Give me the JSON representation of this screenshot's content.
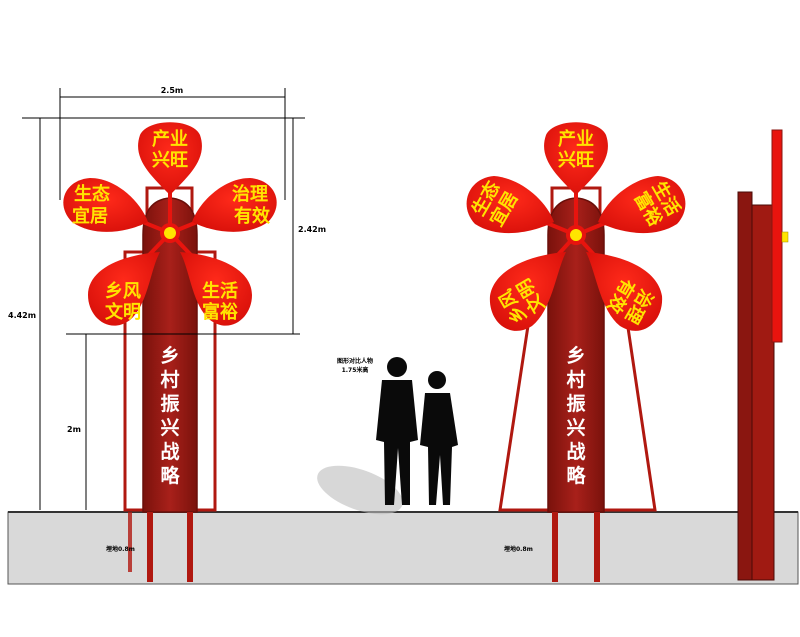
{
  "colors": {
    "red": "#e8140e",
    "dark_red": "#a01a12",
    "deep_red": "#8a1610",
    "yellow": "#ffe400",
    "ground": "#d9d9d9",
    "silhouette": "#0a0a0a"
  },
  "dimensions": {
    "width_label": "2.5m",
    "sign_height_label": "2.42m",
    "total_height_label": "4.42m",
    "post_height_label": "2m",
    "buried_left": "埋地0.8m",
    "buried_center": "埋地0.8m"
  },
  "left_sign": {
    "petals": [
      {
        "l1": "产业",
        "l2": "兴旺"
      },
      {
        "l1": "生态",
        "l2": "宜居"
      },
      {
        "l1": "治理",
        "l2": "有效"
      },
      {
        "l1": "乡风",
        "l2": "文明"
      },
      {
        "l1": "生活",
        "l2": "富裕"
      }
    ],
    "column_text": [
      "乡",
      "村",
      "振",
      "兴",
      "战",
      "略"
    ]
  },
  "right_sign": {
    "petals": [
      {
        "l1": "产业",
        "l2": "兴旺"
      },
      {
        "l1": "生态",
        "l2": "宜居"
      },
      {
        "l1": "生活",
        "l2": "富裕"
      },
      {
        "l1": "乡风",
        "l2": "文明"
      },
      {
        "l1": "治理",
        "l2": "有效"
      }
    ],
    "column_text": [
      "乡",
      "村",
      "振",
      "兴",
      "战",
      "略"
    ]
  },
  "people": {
    "note_line1": "图形对比人物",
    "note_line2": "1.75米高"
  }
}
